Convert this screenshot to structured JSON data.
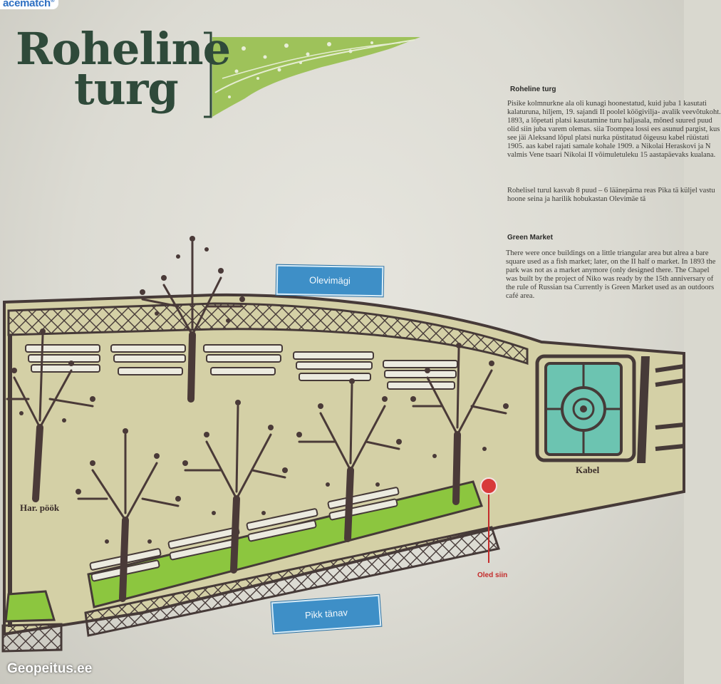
{
  "brand": {
    "text": "acematch"
  },
  "title": {
    "line1": "Roheline",
    "line2": "turg"
  },
  "info_et": {
    "heading": "Roheline turg",
    "p1": "Pisike kolmnurkne ala oli kunagi hoonestatud, kuid juba 1 kasutati kalaturuna, hiljem, 19. sajandi II poolel köögivilja- avalik veevõtukoht. 1893, a lõpetati platsi kasutamine turu haljasala, mõned suured puud olid siin juba varem olemas. siia Toompea lossi ees asunud pargist, kus see jäi Aleksand lõpul platsi nurka püstitatud õigeusu kabel rüüstati 1905. aas kabel rajati samale kohale 1909. a Nikolai Heraskovi ja N valmis Vene tsaari Nikolai II võimuletuleku 15 aastapäevaks kualana.",
    "p2": "Rohelisel turul kasvab 8 puud – 6 läänepärna reas Pika tä küljel vastu hoone seina ja harilik hobukastan Olevimäe tä"
  },
  "info_en": {
    "heading": "Green Market",
    "p1": "There were once buildings on a little triangular area but alrea a bare square used as a fish market; later, on the II half o market. In 1893 the park was not as a market anymore (only designed there. The Chapel was built by the project of Niko was ready by the 15th anniversary of the rule of Russian tsa Currently is Green Market used as an outdoors café area."
  },
  "map": {
    "street_top": "Olevimägi",
    "street_bottom": "Pikk tänav",
    "label_chapel": "Kabel",
    "label_tree": "Har. pöök",
    "you_are_here": "Oled siin",
    "colors": {
      "lawn": "#8cc63f",
      "chapel": "#6cc4b1",
      "outline": "#463a38",
      "ground": "#d4d0a6",
      "sign": "#3e8fc7",
      "marker": "#d83a3a",
      "title": "#2f4a3a",
      "banner": "#9ec25a"
    }
  },
  "watermark": "Geopeitus.ee"
}
